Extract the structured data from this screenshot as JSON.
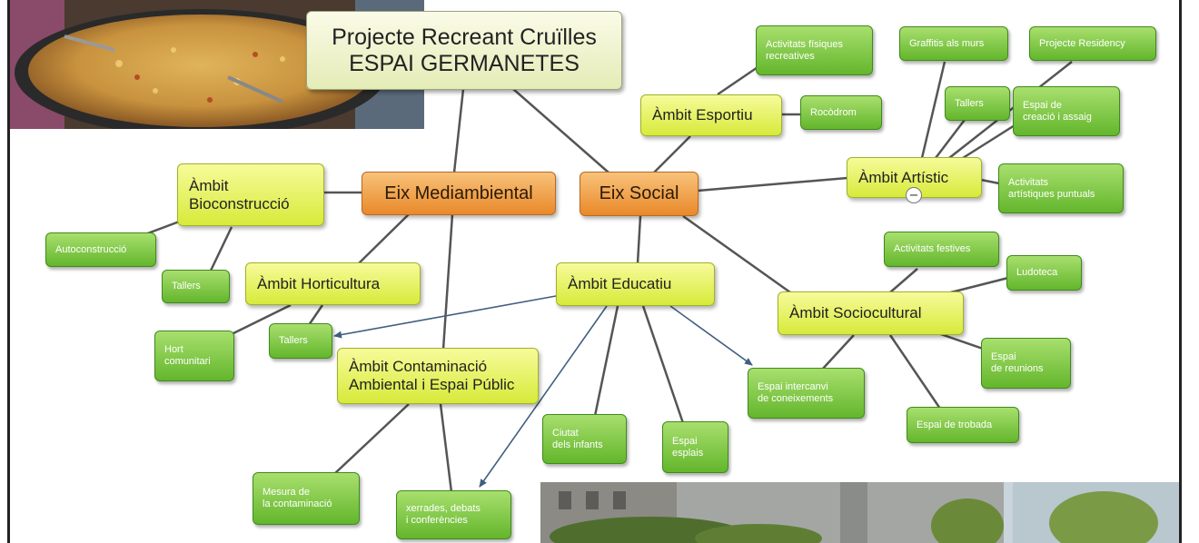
{
  "title": "Projecte Recreant Cruïlles\nESPAI GERMANETES",
  "axes": {
    "mediambiental": "Eix Mediambiental",
    "social": "Eix Social"
  },
  "ambits": {
    "bioconstruccio": "Àmbit\nBioconstrucció",
    "horticultura": "Àmbit Horticultura",
    "contaminacio": "Àmbit Contaminació\nAmbiental  i Espai Públic",
    "educatiu": "Àmbit Educatiu",
    "esportiu": "Àmbit Esportiu",
    "artistic": "Àmbit Artístic",
    "sociocultural": "Àmbit Sociocultural"
  },
  "leaves": {
    "autoconstruccio": "Autoconstrucció",
    "tallers_bio": "Tallers",
    "hort_comunitari": "Hort\ncomunitari",
    "tallers_hort": "Tallers",
    "mesura": "Mesura de\nla contaminació",
    "xerrades": "xerrades, debats\ni conferències",
    "ciutat_infants": "Ciutat\ndels infants",
    "espai_esplais": "Espai\nesplais",
    "intercanvi": "Espai intercanvi\nde coneixements",
    "activitats_fisiques": "Activitats físiques\nrecreatives",
    "rocodrom": "Rocòdrom",
    "graffitis": "Graffitis als murs",
    "residency": "Projecte Residency",
    "tallers_art": "Tallers",
    "creacio": "Espai de\ncreació i assaig",
    "artistiques_puntuals": "Activitats\nartístiques puntuals",
    "festives": "Activitats festives",
    "ludoteca": "Ludoteca",
    "reunions": "Espai\nde reunions",
    "trobada": "Espai de trobada"
  },
  "collapse_symbol": "−",
  "colors": {
    "orange": "#e9892a",
    "yellow": "#d7ea3a",
    "green": "#63b62c",
    "link": "#555555",
    "arrow": "#3f5f7f"
  }
}
